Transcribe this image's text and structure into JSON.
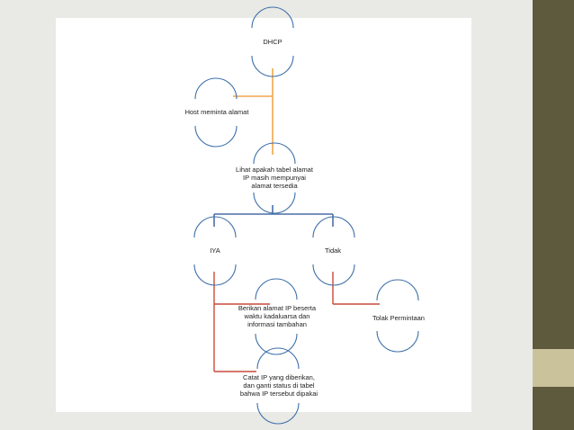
{
  "colors": {
    "background": "#e9e9e5",
    "panel": "#ffffff",
    "sidebar": "#5e5a3e",
    "sidebar_accent": "#c9c29a",
    "orange_connector": "#f0a64a",
    "blue_connector": "#4a6fa8",
    "red_connector": "#c94a3c",
    "node_arc": "#3d6fa8"
  },
  "nodes": {
    "dhcp": "DHCP",
    "host_request": "Host meminta alamat",
    "check_table_line1": "Lihat apakah tabel alamat",
    "check_table_line2": "IP masih mempunyai",
    "check_table_line3": "alamat tersedia",
    "yes": "IYA",
    "no": "Tidak",
    "give_ip_line1": "Berikan alamat IP beserta",
    "give_ip_line2": "waktu kadaluarsa dan",
    "give_ip_line3": "informasi tambahan",
    "reject": "Tolak Permintaan",
    "record_line1": "Catat IP yang diberikan,",
    "record_line2": "dan ganti status di tabel",
    "record_line3": "bahwa IP tersebut dipakai"
  }
}
